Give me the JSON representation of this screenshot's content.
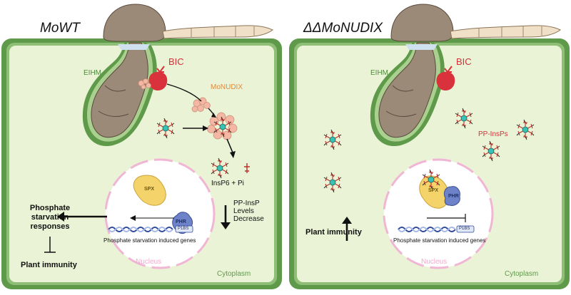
{
  "panels": {
    "left": {
      "title": "MoWT",
      "eihm": "EIHM",
      "bic": "BIC",
      "nudix": "MoNUDIX",
      "products": "InsP6 + Pi",
      "decrease": [
        "PP-InsP",
        "Levels",
        "Decrease"
      ],
      "spx": "SPX",
      "phr": "PHR",
      "p1bs": "P1BS",
      "genes": "Phosphate starvation induced genes",
      "nucleus": "Nucleus",
      "responses": [
        "Phosphate",
        "starvation",
        "responses"
      ],
      "immunity": "Plant immunity",
      "cytoplasm": "Cytoplasm"
    },
    "right": {
      "title": "ΔΔMoNUDIX",
      "eihm": "EIHM",
      "bic": "BIC",
      "ppinsps": "PP-InsPs",
      "spx": "SPX",
      "phr": "PHR",
      "p1bs": "P1BS",
      "genes": "Phosphate starvation induced genes",
      "nucleus": "Nucleus",
      "immunity": "Plant immunity",
      "cytoplasm": "Cytoplasm"
    }
  },
  "colors": {
    "cell_wall": "#5e9a49",
    "cytoplasm": "#eaf3d6",
    "hypha": "#9c8a78",
    "bic": "#d9323c",
    "nudix_protein": "#f3b7a4",
    "nucleus_outline": "#f0b6d4",
    "spx": "#f3d36a",
    "phr": "#6d82c9"
  }
}
